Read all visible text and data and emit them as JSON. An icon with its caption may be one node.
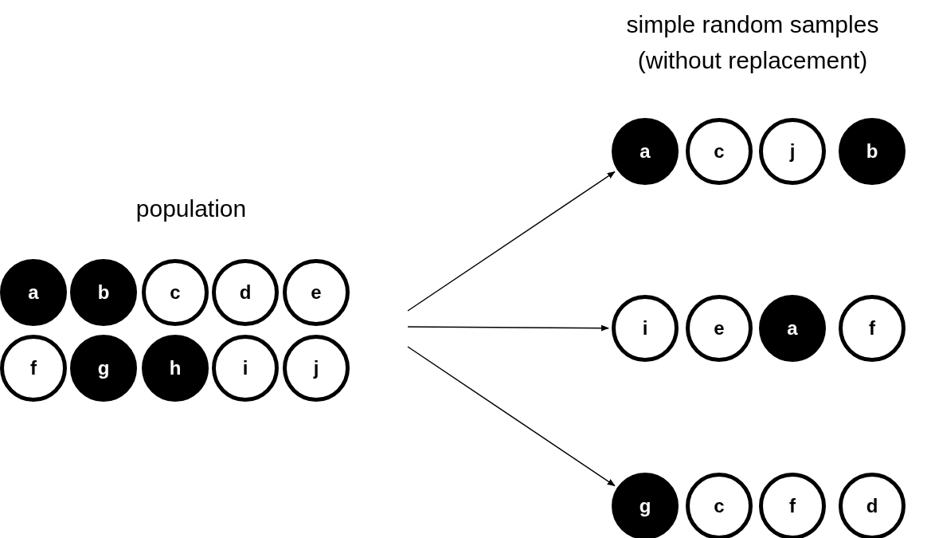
{
  "diagram": {
    "nodes": [
      {
        "text": [
          "population"
        ]
      },
      {
        "text": [
          "a"
        ],
        "in": 0
      },
      {
        "text": [
          "b"
        ],
        "in": 0
      },
      {
        "text": [
          "c"
        ],
        "in": 0
      },
      {
        "text": [
          "d"
        ],
        "in": 0
      },
      {
        "text": [
          "e"
        ],
        "in": 0
      },
      {
        "text": [
          "f"
        ],
        "in": 0
      },
      {
        "text": [
          "g"
        ],
        "in": 0
      },
      {
        "text": [
          "h"
        ],
        "in": 0
      },
      {
        "text": [
          "i"
        ],
        "in": 0
      },
      {
        "text": [
          "j"
        ],
        "in": 0
      },
      {
        "text": [
          "a"
        ]
      },
      {
        "text": [
          "c"
        ]
      },
      {
        "text": [
          "j"
        ]
      },
      {
        "text": [
          "b"
        ]
      },
      {
        "text": [
          "i"
        ]
      },
      {
        "text": [
          "e"
        ]
      },
      {
        "text": [
          "a"
        ]
      },
      {
        "text": [
          "f"
        ]
      },
      {
        "text": [
          "g"
        ]
      },
      {
        "text": [
          "c"
        ]
      },
      {
        "text": [
          "f"
        ]
      },
      {
        "text": [
          "d"
        ]
      }
    ],
    "edges": [
      {
        "from": 0,
        "to": 11,
        "arrow": "to"
      },
      {
        "from": 0,
        "to": 15,
        "arrow": "to"
      },
      {
        "from": 0,
        "to": 19,
        "arrow": "to"
      }
    ],
    "labels": [
      "simple random samples (without replacement)"
    ]
  }
}
